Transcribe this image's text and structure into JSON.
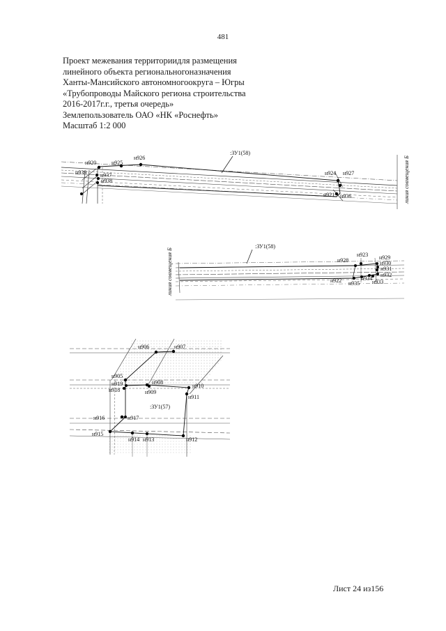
{
  "page_number": "481",
  "header": {
    "lines": [
      "Проект межевания территориидля размещения",
      "линейного объекта региональногоназначения",
      "Ханты-Мансийского автономногоокруга – Югры",
      "«Трубопроводы Майского региона строительства",
      "2016-2017г.г., третья очередь»",
      "Землепользователь ОАО «НК «Роснефть»",
      "Масштаб 1:2 000"
    ]
  },
  "map": {
    "shift_line_label": "линия совмещения Б",
    "fragment1": {
      "parcel_label": ":ЗУ1(58)",
      "points": [
        "н920",
        "н925",
        "н926",
        "н939",
        "н937",
        "н938",
        "н924",
        "н927",
        "н921",
        "н936"
      ]
    },
    "fragment2": {
      "parcel_label": ":ЗУ1(58)",
      "points": [
        "н923",
        "н928",
        "н929",
        "н930",
        "н931",
        "н932",
        "н922",
        "н935",
        "н934",
        "н933"
      ]
    },
    "fragment3": {
      "parcel_label": ":ЗУ1(57)",
      "points": [
        "н906",
        "н907",
        "н905",
        "н919",
        "н918",
        "н908",
        "н909",
        "н910",
        "н911",
        "н916",
        "н917",
        "н915",
        "н914",
        "н913",
        "н912"
      ]
    }
  },
  "footer": {
    "sheet": "Лист 24 из156"
  }
}
